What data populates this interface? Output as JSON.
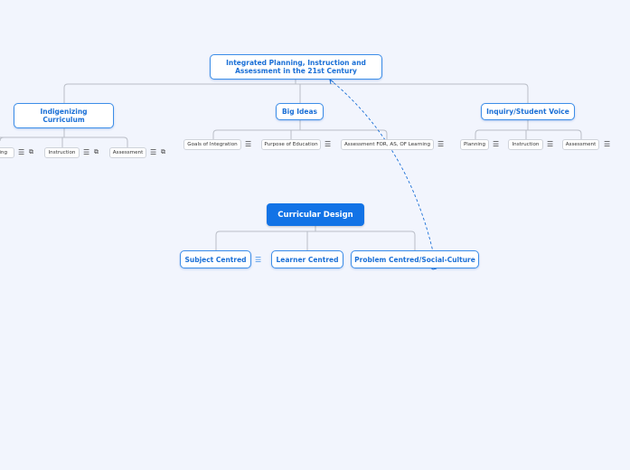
{
  "root": {
    "label": "Integrated Planning, Instruction and Assessment in the 21st Century"
  },
  "branches": [
    {
      "label": "Indigenizing Curriculum",
      "children": [
        "Planning",
        "Instruction",
        "Assessment"
      ]
    },
    {
      "label": "Big Ideas",
      "children": [
        "Goals of Integration",
        "Purpose of Education",
        "Assessment FOR, AS, OF Learning"
      ]
    },
    {
      "label": "Inquiry/Student Voice",
      "children": [
        "Planning",
        "Instruction",
        "Assessment"
      ]
    }
  ],
  "central": {
    "label": "Curricular Design",
    "children": [
      "Subject Centred",
      "Learner Centred",
      "Problem Centred/Social-Culture"
    ]
  },
  "icons": {
    "notes": "☰",
    "link": "⧉"
  },
  "colors": {
    "accent": "#1273e6",
    "background": "#f2f5fd",
    "node_border": "#3d8ee8"
  }
}
